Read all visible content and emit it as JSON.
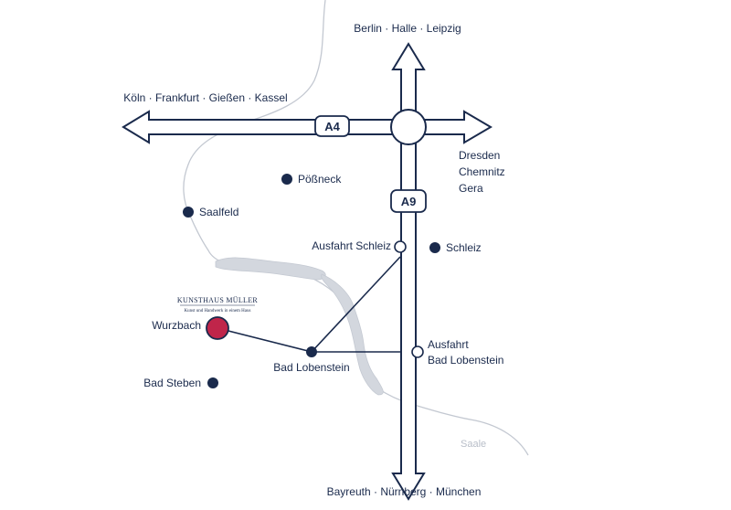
{
  "colors": {
    "road": "#1a2a4c",
    "river": "#c0c6d0",
    "lake": "#d3d7de",
    "town": "#1a2a4c",
    "highlight": "#c0254a"
  },
  "highways": {
    "a4_label": "A4",
    "a9_label": "A9"
  },
  "destinations": {
    "north": "Berlin · Halle · Leipzig",
    "west": "Köln · Frankfurt · Gießen · Kassel",
    "east_line1": "Dresden",
    "east_line2": "Chemnitz",
    "east_line3": "Gera",
    "south": "Bayreuth · Nürnberg · München"
  },
  "exits": {
    "schleiz": "Ausfahrt Schleiz",
    "lobenstein_line1": "Ausfahrt",
    "lobenstein_line2": "Bad Lobenstein"
  },
  "towns": {
    "poessneck": "Pößneck",
    "saalfeld": "Saalfeld",
    "schleiz": "Schleiz",
    "wurzbach": "Wurzbach",
    "bad_lobenstein": "Bad Lobenstein",
    "bad_steben": "Bad Steben"
  },
  "river": {
    "name": "Saale"
  },
  "brand": {
    "name": "KUNSTHAUS MÜLLER",
    "tagline": "Kunst und Handwerk in einem Haus"
  }
}
